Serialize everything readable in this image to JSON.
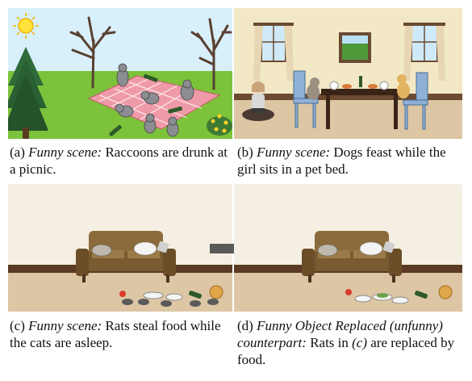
{
  "figure": {
    "captions": {
      "a": {
        "tag": "(a)",
        "label": "Funny scene:",
        "text": "Raccoons are drunk at a picnic."
      },
      "b": {
        "tag": "(b)",
        "label": "Funny scene:",
        "text": "Dogs feast while the girl sits in a pet bed."
      },
      "c": {
        "tag": "(c)",
        "label": "Funny scene:",
        "text": "Rats steal food while the cats are asleep."
      },
      "d": {
        "tag": "(d)",
        "label": "Funny Object Replaced (unfunny) counterpart:",
        "text_pre": "Rats in",
        "ref": "(c)",
        "text_post": "are replaced by food."
      }
    }
  }
}
